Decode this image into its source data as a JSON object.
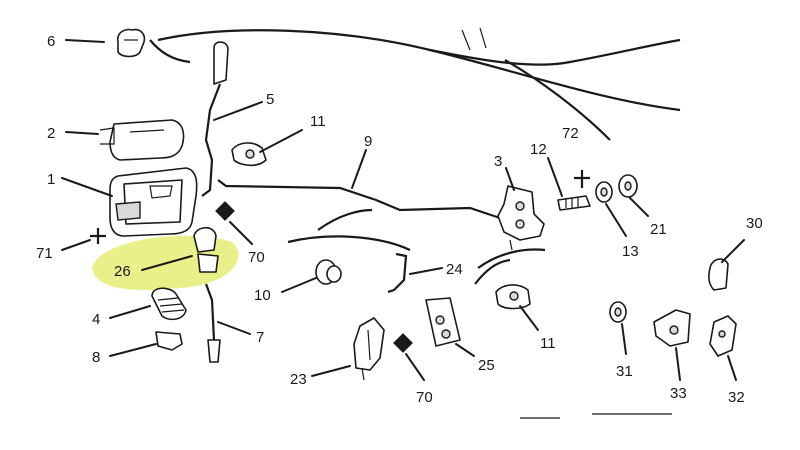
{
  "diagram": {
    "highlight_color": "#e9f08a",
    "callouts": [
      {
        "id": "6",
        "text": "6"
      },
      {
        "id": "5",
        "text": "5"
      },
      {
        "id": "11a",
        "text": "11"
      },
      {
        "id": "2",
        "text": "2"
      },
      {
        "id": "9",
        "text": "9"
      },
      {
        "id": "3",
        "text": "3"
      },
      {
        "id": "12",
        "text": "12"
      },
      {
        "id": "72",
        "text": "72"
      },
      {
        "id": "1",
        "text": "1"
      },
      {
        "id": "71",
        "text": "71"
      },
      {
        "id": "70a",
        "text": "70"
      },
      {
        "id": "21",
        "text": "21"
      },
      {
        "id": "13",
        "text": "13"
      },
      {
        "id": "30",
        "text": "30"
      },
      {
        "id": "26",
        "text": "26"
      },
      {
        "id": "24",
        "text": "24"
      },
      {
        "id": "10",
        "text": "10"
      },
      {
        "id": "4",
        "text": "4"
      },
      {
        "id": "7",
        "text": "7"
      },
      {
        "id": "8",
        "text": "8"
      },
      {
        "id": "11b",
        "text": "11"
      },
      {
        "id": "25",
        "text": "25"
      },
      {
        "id": "31",
        "text": "31"
      },
      {
        "id": "23",
        "text": "23"
      },
      {
        "id": "70b",
        "text": "70"
      },
      {
        "id": "33",
        "text": "33"
      },
      {
        "id": "32",
        "text": "32"
      }
    ]
  }
}
